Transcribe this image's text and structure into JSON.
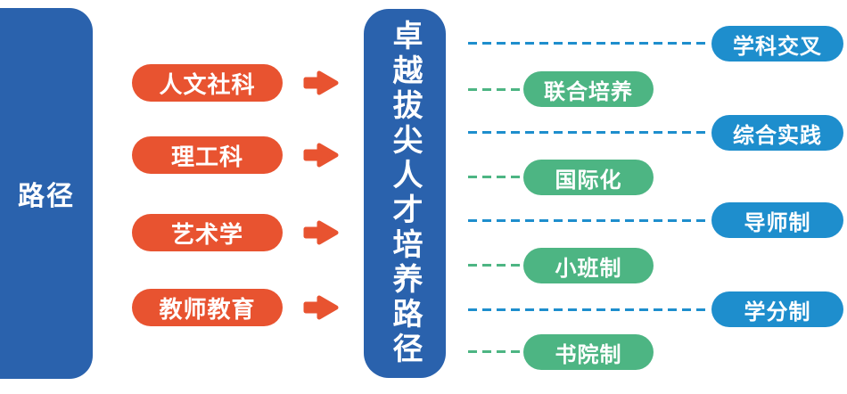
{
  "diagram": {
    "left_block": {
      "label": "路径"
    },
    "center_block": {
      "label": "卓越拔尖人才培养路径"
    },
    "sources": [
      {
        "label": "人文社科"
      },
      {
        "label": "理工科"
      },
      {
        "label": "艺术学"
      },
      {
        "label": "教师教育"
      }
    ],
    "outcomes": [
      {
        "label": "学科交叉",
        "color": "blue"
      },
      {
        "label": "联合培养",
        "color": "green"
      },
      {
        "label": "综合实践",
        "color": "blue"
      },
      {
        "label": "国际化",
        "color": "green"
      },
      {
        "label": "导师制",
        "color": "blue"
      },
      {
        "label": "小班制",
        "color": "green"
      },
      {
        "label": "学分制",
        "color": "blue"
      },
      {
        "label": "书院制",
        "color": "green"
      }
    ]
  },
  "colors": {
    "dark_blue": "#2a62ad",
    "light_blue": "#1e8ecd",
    "green": "#4db583",
    "red": "#e85330",
    "text": "#ffffff"
  }
}
